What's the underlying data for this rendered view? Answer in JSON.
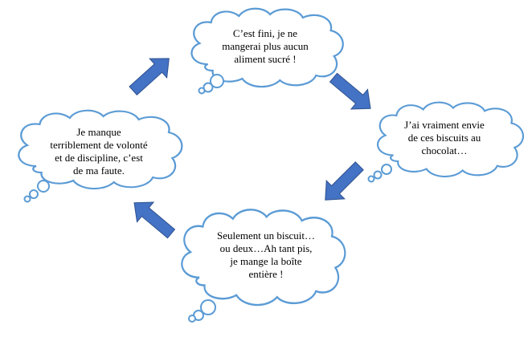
{
  "diagram": {
    "type": "cycle",
    "colors": {
      "cloud_stroke": "#5b9bd5",
      "arrow_fill": "#4472c4",
      "arrow_stroke": "#2f528f",
      "background": "#ffffff",
      "text": "#000000"
    },
    "bubbles": [
      {
        "id": "top",
        "text": "C’est fini, je ne\nmangerai plus aucun\naliment sucré !"
      },
      {
        "id": "right",
        "text": "J’ai vraiment envie\nde ces biscuits au\nchocolat…"
      },
      {
        "id": "bottom",
        "text": "Seulement un biscuit…\nou deux…Ah tant pis,\nje mange la boîte\nentière !"
      },
      {
        "id": "left",
        "text": "Je manque\nterriblement de volonté\net de discipline, c’est\nde ma faute."
      }
    ],
    "arrows": [
      {
        "from": "left",
        "to": "top",
        "direction": "up-right"
      },
      {
        "from": "top",
        "to": "right",
        "direction": "down-right"
      },
      {
        "from": "right",
        "to": "bottom",
        "direction": "down-left"
      },
      {
        "from": "bottom",
        "to": "left",
        "direction": "up-left"
      }
    ]
  }
}
